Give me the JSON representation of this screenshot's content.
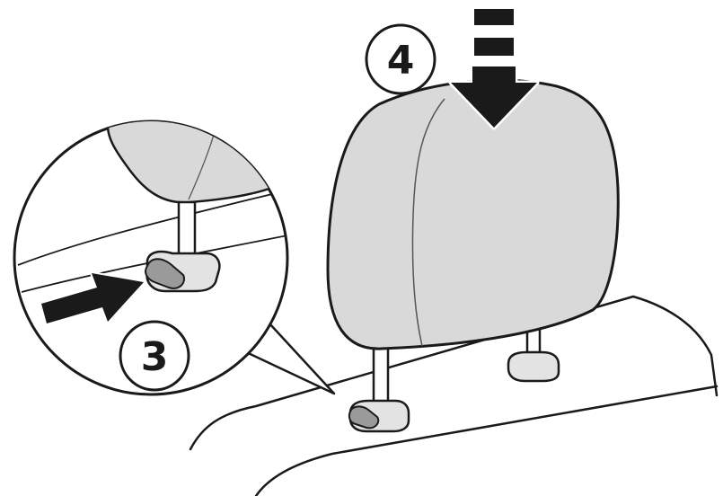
{
  "steps": [
    {
      "number": "3",
      "action": "press-release-button",
      "direction": "right"
    },
    {
      "number": "4",
      "action": "push-headrest-down",
      "direction": "down"
    }
  ],
  "colors": {
    "outline": "#1a1a1a",
    "headrest_fill": "#d9d9d9",
    "arrow": "#1a1a1a",
    "background": "#ffffff"
  },
  "icons": [
    "headrest",
    "seat-back",
    "headrest-post",
    "release-button",
    "magnifier-callout",
    "push-arrow",
    "down-arrow"
  ]
}
